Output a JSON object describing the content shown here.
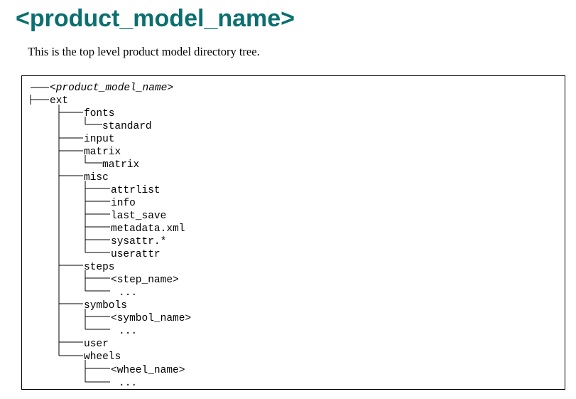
{
  "title": "<product_model_name>",
  "intro": "This is the top level product model directory tree.",
  "tree": {
    "root": "<product_model_name>",
    "ext": "ext",
    "fonts": "fonts",
    "standard": "standard",
    "input": "input",
    "matrix": "matrix",
    "matrix_child": "matrix",
    "misc": "misc",
    "attrlist": "attrlist",
    "info": "info",
    "last_save": "last_save",
    "metadata_xml": "metadata.xml",
    "sysattr": "sysattr.*",
    "userattr": "userattr",
    "steps": "steps",
    "step_name": "<step_name>",
    "steps_more": "...",
    "symbols": "symbols",
    "symbol_name": "<symbol_name>",
    "symbols_more": "...",
    "user": "user",
    "wheels": "wheels",
    "wheel_name": "<wheel_name>",
    "wheels_more": "..."
  }
}
